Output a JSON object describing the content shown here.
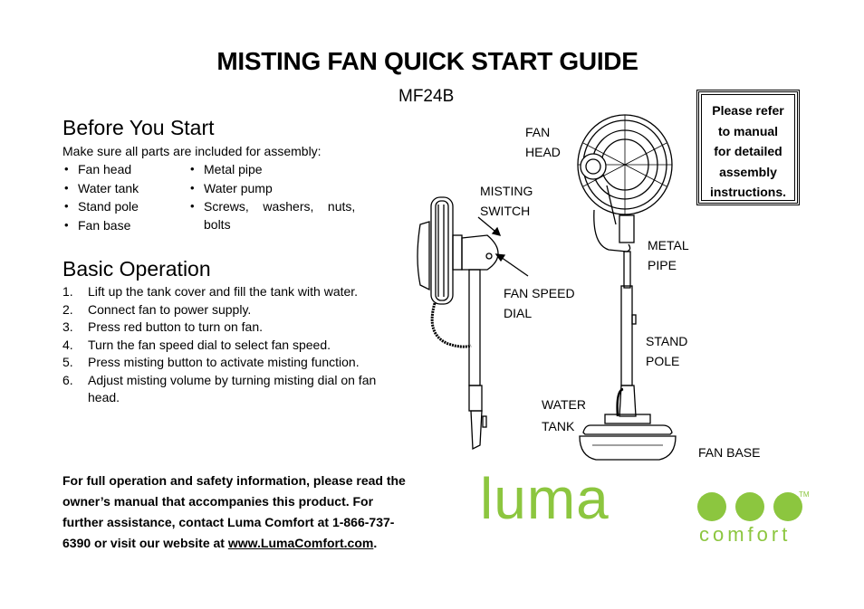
{
  "title": "MISTING FAN QUICK START GUIDE",
  "model": "MF24B",
  "before": {
    "heading": "Before You Start",
    "intro": "Make sure all parts are included for assembly:",
    "col1": [
      "Fan head",
      "Water tank",
      "Stand pole",
      "Fan base"
    ],
    "col2": [
      "Metal pipe",
      "Water pump",
      "Screws,    washers,    nuts,",
      "bolts"
    ]
  },
  "basic": {
    "heading": "Basic Operation",
    "steps": [
      {
        "n": "1.",
        "text": "Lift up the tank cover and fill the tank with water."
      },
      {
        "n": "2.",
        "text": "Connect fan to power supply."
      },
      {
        "n": "3.",
        "text": "Press red button to turn on fan."
      },
      {
        "n": "4.",
        "text": "Turn the fan speed dial to select fan speed."
      },
      {
        "n": "5.",
        "text": "Press misting button to activate misting function."
      },
      {
        "n": "6.",
        "text": "Adjust misting volume by turning misting dial on fan head."
      }
    ]
  },
  "footer": {
    "text": "For full operation and safety information, please read the owner’s manual that accompanies this product. For further assistance, contact Luma Comfort at 1-866-737-6390 or visit our website at ",
    "link": "www.LumaComfort.com",
    "end": "."
  },
  "note": {
    "lines": [
      "Please refer",
      "to manual",
      "for detailed",
      "assembly",
      "instructions."
    ]
  },
  "labels": {
    "fan_head": [
      "FAN",
      "HEAD"
    ],
    "misting_switch": [
      "MISTING",
      "SWITCH"
    ],
    "fan_speed_dial": [
      "FAN SPEED",
      "DIAL"
    ],
    "metal_pipe": [
      "METAL",
      "PIPE"
    ],
    "stand_pole": [
      "STAND",
      "POLE"
    ],
    "water_tank": [
      "WATER",
      "TANK"
    ],
    "fan_base": "FAN BASE"
  },
  "logo": {
    "word": "luma",
    "sub": "comfort",
    "tm": "TM",
    "color": "#8cc63f"
  }
}
